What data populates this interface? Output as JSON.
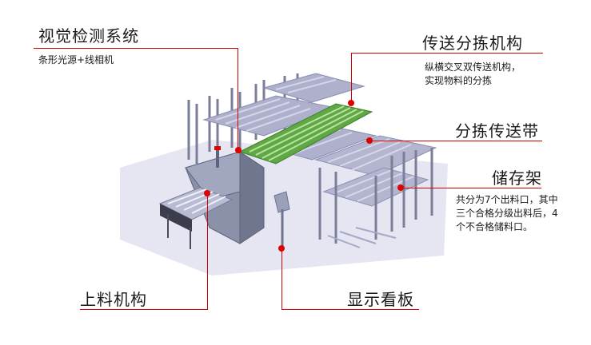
{
  "labels": {
    "vision_title": "视觉检测系统",
    "vision_desc": "条形光源+线相机",
    "sorting_title": "传送分拣机构",
    "sorting_desc": "纵横交叉双传送机构，实现物料的分拣",
    "belt_title": "分拣传送带",
    "storage_title": "储存架",
    "storage_desc": "共分为7个出料口，其中三个合格分级出料后，4个不合格储料口。",
    "loading_title": "上料机构",
    "display_title": "显示看板"
  },
  "colors": {
    "leader_line": "#d40000",
    "marker": "#e00000",
    "machine_body": "#8a91a8",
    "green_rollers": "#5fa845",
    "floor": "#e6e6f2"
  }
}
